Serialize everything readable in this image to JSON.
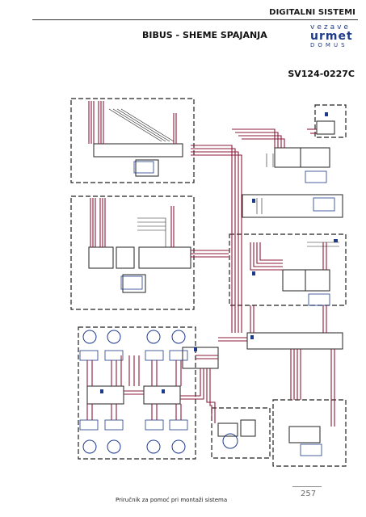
{
  "header": {
    "section": "DIGITALNI SISTEMI",
    "title": "BIBUS - SHEME SPAJANJA",
    "code": "SV124-0227C"
  },
  "logo": {
    "line1": "vezave",
    "line2": "urmet",
    "line3": "DOMUS"
  },
  "footer": {
    "text": "Priručnik za pomoć pri montaži sistema",
    "page": "257"
  },
  "colors": {
    "wire": "#8b1a3a",
    "line": "#222222",
    "accent": "#1e3a8a"
  }
}
